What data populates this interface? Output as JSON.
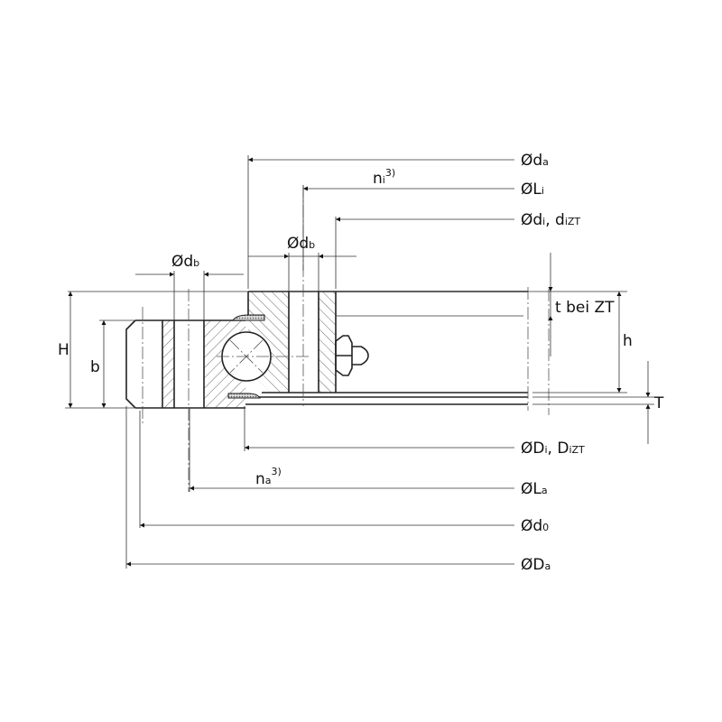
{
  "labels": {
    "da": {
      "main": "Ød",
      "sub": "a"
    },
    "Li": {
      "main": "ØL",
      "sub": "i"
    },
    "di": {
      "main": "Ød",
      "sub": "i",
      "rest": ", d",
      "sub2": "iZT"
    },
    "db_top": {
      "main": "Ød",
      "sub": "b"
    },
    "db_left": {
      "main": "Ød",
      "sub": "b"
    },
    "ni": {
      "main": "n",
      "sub": "i",
      "sup": "3)"
    },
    "na": {
      "main": "n",
      "sub": "a",
      "sup": "3)"
    },
    "Di": {
      "main": "ØD",
      "sub": "i",
      "rest": ", D",
      "sub2": "iZT"
    },
    "La": {
      "main": "ØL",
      "sub": "a"
    },
    "d0": {
      "main": "Ød",
      "sub": "0"
    },
    "Da": {
      "main": "ØD",
      "sub": "a"
    },
    "H": "H",
    "b": "b",
    "h": "h",
    "T": "T",
    "t_bei_ZT": "t bei ZT"
  }
}
